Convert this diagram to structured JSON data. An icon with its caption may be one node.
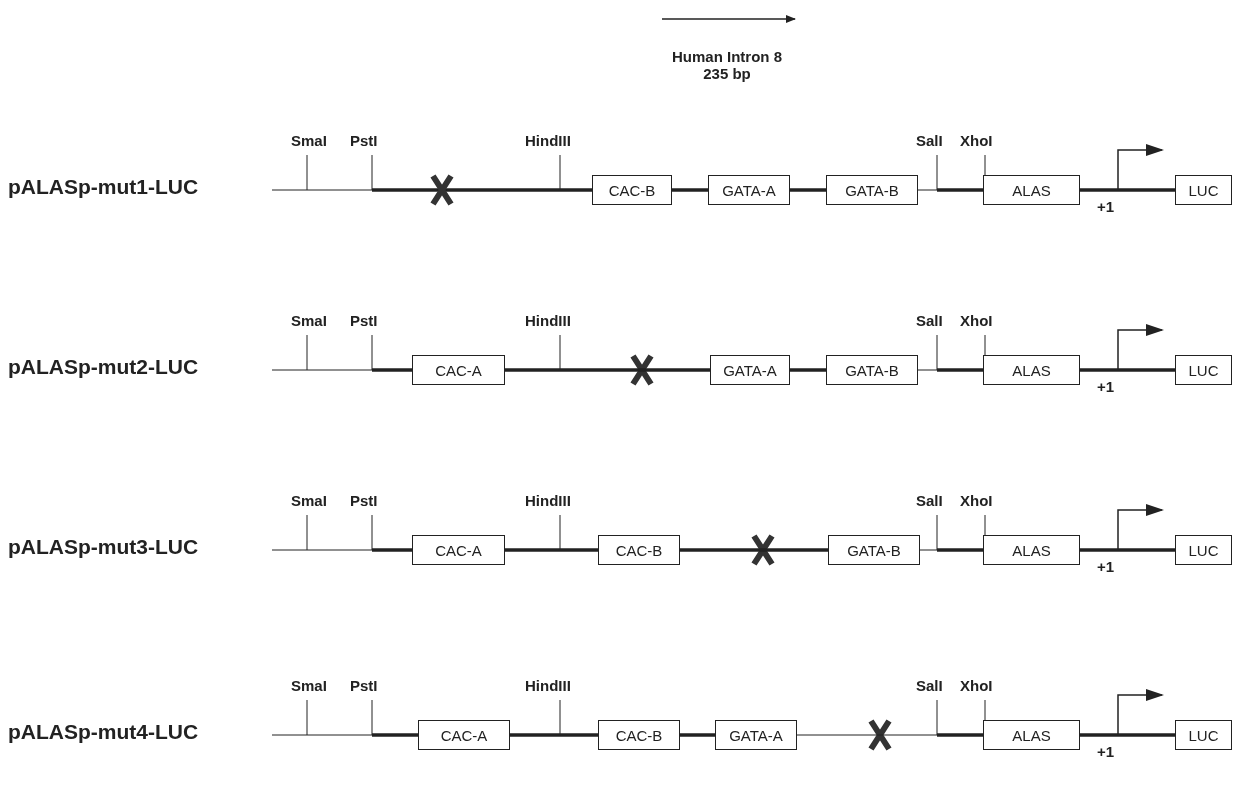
{
  "diagram": {
    "nodes": [
      {
        "text": [
          "CAC-B"
        ]
      },
      {
        "text": [
          "GATA-A"
        ]
      },
      {
        "text": [
          "GATA-B"
        ]
      },
      {
        "text": [
          "ALAS"
        ]
      },
      {
        "text": [
          "LUC"
        ]
      },
      {
        "text": [
          "CAC-A"
        ]
      },
      {
        "text": [
          "GATA-A"
        ]
      },
      {
        "text": [
          "GATA-B"
        ]
      },
      {
        "text": [
          "ALAS"
        ]
      },
      {
        "text": [
          "LUC"
        ]
      },
      {
        "text": [
          "CAC-A"
        ]
      },
      {
        "text": [
          "CAC-B"
        ]
      },
      {
        "text": [
          "GATA-B"
        ]
      },
      {
        "text": [
          "ALAS"
        ]
      },
      {
        "text": [
          "LUC"
        ]
      },
      {
        "text": [
          "CAC-A"
        ]
      },
      {
        "text": [
          "CAC-B"
        ]
      },
      {
        "text": [
          "GATA-A"
        ]
      },
      {
        "text": [
          "ALAS"
        ]
      },
      {
        "text": [
          "LUC"
        ]
      }
    ],
    "edges": [
      {
        "from": 0,
        "to": 1,
        "arrow": "none"
      },
      {
        "from": 1,
        "to": 2,
        "arrow": "none"
      },
      {
        "from": 2,
        "to": 3,
        "arrow": "none"
      },
      {
        "from": 3,
        "to": 4,
        "arrow": "none"
      },
      {
        "from": 5,
        "to": 6,
        "arrow": "none"
      },
      {
        "from": 6,
        "to": 7,
        "arrow": "none"
      },
      {
        "from": 7,
        "to": 8,
        "arrow": "none"
      },
      {
        "from": 8,
        "to": 9,
        "arrow": "none"
      },
      {
        "from": 10,
        "to": 11,
        "arrow": "none"
      },
      {
        "from": 11,
        "to": 12,
        "arrow": "none"
      },
      {
        "from": 12,
        "to": 13,
        "arrow": "none"
      },
      {
        "from": 13,
        "to": 14,
        "arrow": "none"
      },
      {
        "from": 15,
        "to": 16,
        "arrow": "none"
      },
      {
        "from": 16,
        "to": 17,
        "arrow": "none"
      },
      {
        "from": 17,
        "to": 18,
        "arrow": "none"
      },
      {
        "from": 18,
        "to": 19,
        "arrow": "none"
      }
    ],
    "labels": [
      "Human Intron 8 235 bp",
      "pALASp-mut1-LUC",
      "SmaI",
      "PstI",
      "HindIII",
      "SalI",
      "XhoI",
      "+1",
      "pALASp-mut2-LUC",
      "SmaI",
      "PstI",
      "HindIII",
      "SalI",
      "XhoI",
      "+1",
      "pALASp-mut3-LUC",
      "SmaI",
      "PstI",
      "HindIII",
      "SalI",
      "XhoI",
      "+1",
      "pALASp-mut4-LUC",
      "SmaI",
      "PstI",
      "HindIII",
      "SalI",
      "XhoI",
      "+1"
    ]
  }
}
